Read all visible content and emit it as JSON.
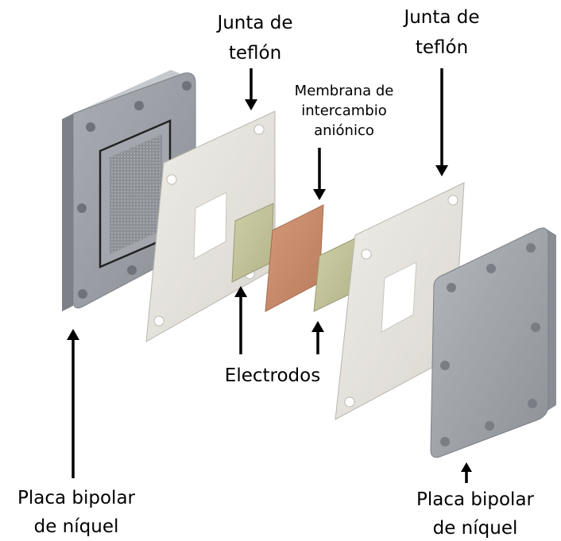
{
  "labels": {
    "gasket_left": [
      "Junta de",
      "teflón"
    ],
    "gasket_right": [
      "Junta de",
      "teflón"
    ],
    "membrane": [
      "Membrana de",
      "intercambio",
      "aniónico"
    ],
    "electrodes": "Electrodos",
    "plate_left": [
      "Placa bipolar",
      "de níquel"
    ],
    "plate_right": [
      "Placa bipolar",
      "de níquel"
    ]
  },
  "colors": {
    "plate_face": "#9ea2a8",
    "plate_edge": "#c9ccd1",
    "gasket": "#e4e2dc",
    "electrode": "#c7c79e",
    "membrane": "#c98966",
    "text": "#000000"
  }
}
